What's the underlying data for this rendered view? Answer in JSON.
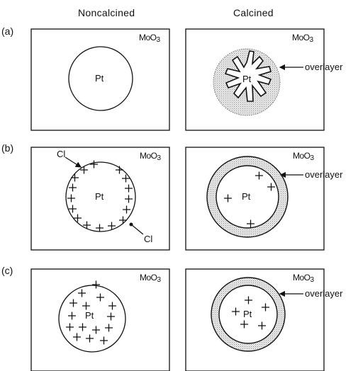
{
  "headers": {
    "left": "Noncalcined",
    "right": "Calcined"
  },
  "rows": [
    {
      "label": "(a)"
    },
    {
      "label": "(b)"
    },
    {
      "label": "(c)"
    }
  ],
  "support": {
    "base": "MoO",
    "sub": "3"
  },
  "particle_label": "Pt",
  "annotations": {
    "overlayer": "overlayer",
    "chlorine": "Cl"
  }
}
